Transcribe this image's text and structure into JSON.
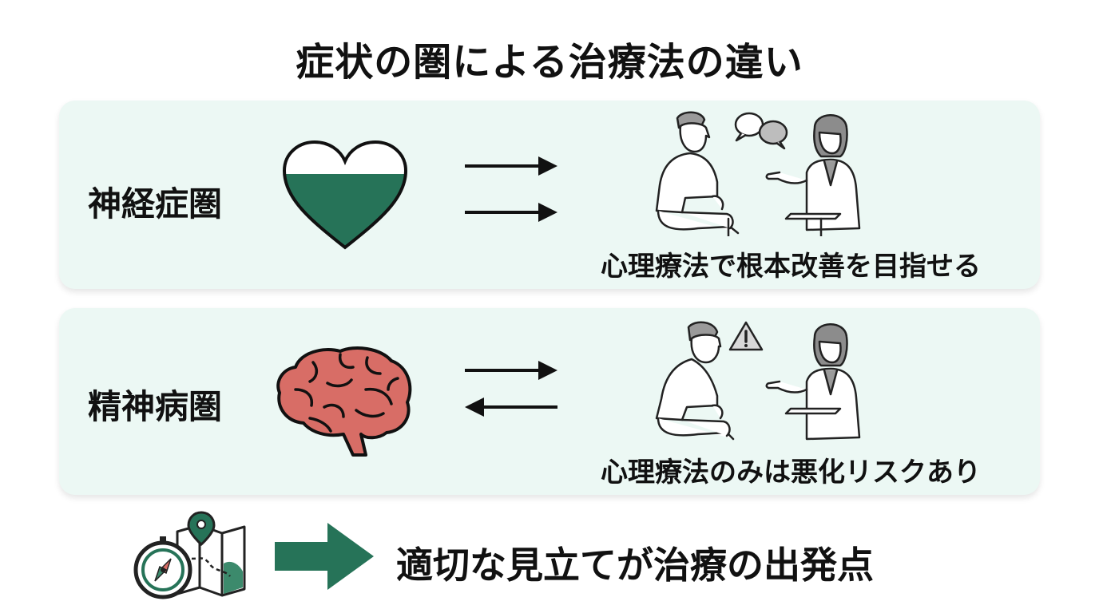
{
  "title": "症状の圏による治療法の違い",
  "rows": [
    {
      "label": "神経症圏",
      "icon": "heart-icon",
      "arrows": "parallel-right",
      "illustration": "calm-counseling-illustration",
      "caption": "心理療法で根本改善を目指せる"
    },
    {
      "label": "精神病圏",
      "icon": "brain-icon",
      "arrows": "bidirectional",
      "illustration": "warning-counseling-illustration",
      "caption": "心理療法のみは悪化リスクあり"
    }
  ],
  "conclusion": {
    "icon": "compass-map-icon",
    "text": "適切な見立てが治療の出発点"
  },
  "colors": {
    "panel_bg": "#ecf8f4",
    "heart_fill": "#267358",
    "brain_fill": "#d86d66",
    "big_arrow": "#267358",
    "text": "#111111"
  }
}
